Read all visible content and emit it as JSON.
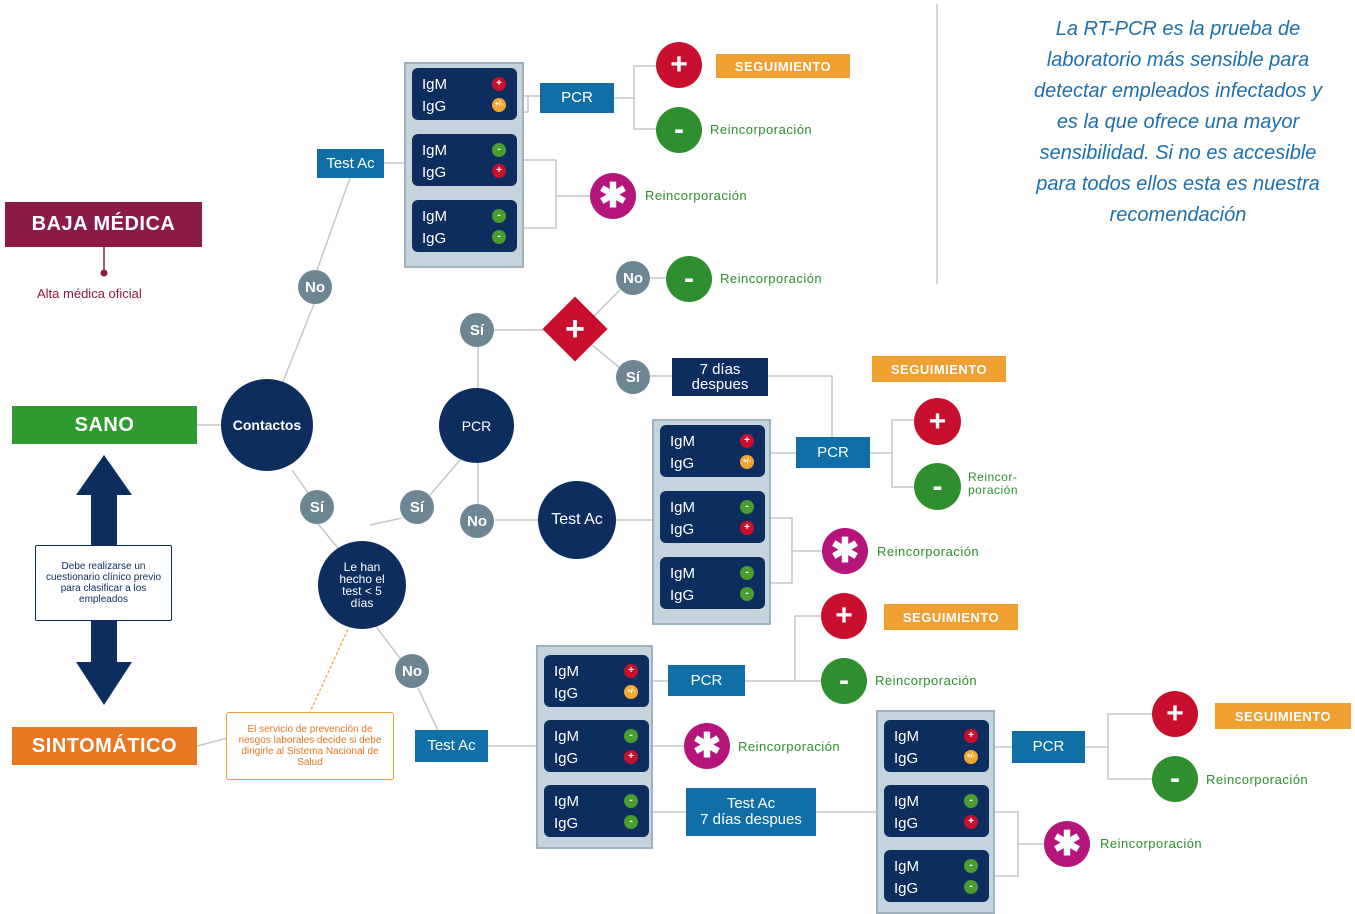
{
  "states": {
    "baja": "BAJA MÉDICA",
    "alta": "Alta médica oficial",
    "sano": "SANO",
    "sintomatico": "SINTOMÁTICO"
  },
  "note_clinico": "Debe realizarse un cuestionario clínico previo para clasificar a los empleados",
  "note_prevencion": "El servicio de prevención de riesgos laborales decide si debe dirigirle al Sistema Nacional de Salud",
  "quote": [
    "La RT-PCR es la prueba de",
    "laboratorio más sensible para",
    "detectar empleados infectados y",
    "es la que ofrece una mayor",
    "sensibilidad. Si no es accesible",
    "para todos ellos esta es nuestra",
    "recomendación"
  ],
  "nodes": {
    "contactos": "Contactos",
    "pcr": "PCR",
    "test_ac": "Test Ac",
    "le_han": [
      "Le han",
      "hecho el",
      "test < 5",
      "días"
    ]
  },
  "answers": {
    "no": "No",
    "si": "Sí"
  },
  "labels": {
    "test_ac": "Test Ac",
    "pcr": "PCR",
    "seven_days": [
      "7 días",
      "despues"
    ],
    "test_ac_7": [
      "Test Ac",
      "7 días despues"
    ],
    "seguimiento": "SEGUIMIENTO",
    "reincorporacion": "Reincorporación",
    "reincor_split": [
      "Reincor-",
      "poración"
    ],
    "igm": "IgM",
    "igg": "IgG"
  },
  "symbols": {
    "plus": "+",
    "minus": "-",
    "star": "✱",
    "amb": "+/-"
  },
  "colors": {
    "navy": "#0d2d5f",
    "blue": "#0f6fa6",
    "green": "#2f8f2f",
    "red": "#c8102e",
    "magenta": "#b5157a",
    "orange": "#f0a030",
    "maroon": "#8b1a47"
  }
}
